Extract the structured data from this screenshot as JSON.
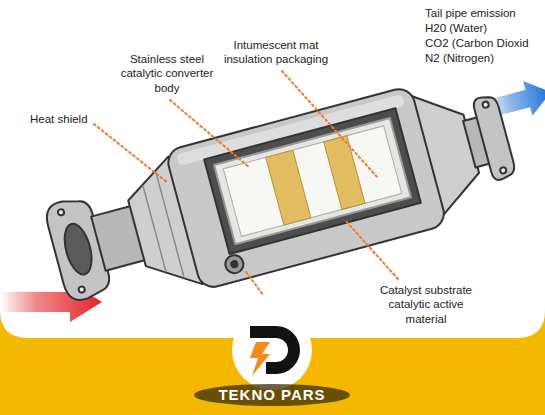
{
  "diagram": {
    "labels": [
      "Tail pipe emission",
      "H20 (Water)",
      "CO2 (Carbon Dioxid",
      "N2 (Nitrogen)",
      "Stainless steel catalytic converter body",
      "Intumescent mat insulation packaging",
      "Heat shield",
      "Catalyst substrate catalytic active material",
      "TEKNO PARS"
    ]
  }
}
